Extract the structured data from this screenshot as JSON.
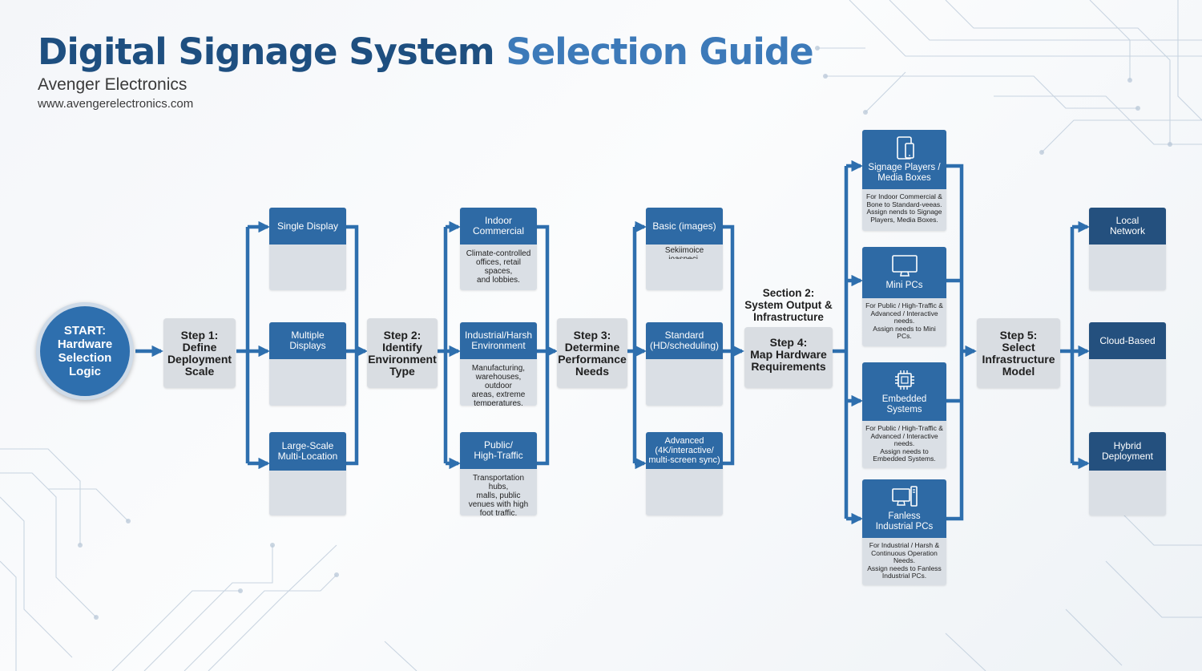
{
  "header": {
    "title_part1": "Digital Signage System",
    "title_part2": "Selection Guide",
    "company": "Avenger Electronics",
    "website": "www.avengerelectronics.com"
  },
  "start": {
    "label": "START:\nHardware\nSelection\nLogic"
  },
  "steps": [
    {
      "label": "Step 1:\nDefine\nDeployment\nScale"
    },
    {
      "label": "Step 2:\nIdentify\nEnvironment\nType"
    },
    {
      "label": "Step 3:\nDetermine\nPerformance\nNeeds"
    },
    {
      "label": "Step 4:\nMap Hardware\nRequirements"
    },
    {
      "label": "Step 5:\nSelect\nInfrastructure\nModel"
    }
  ],
  "section2": {
    "label": "Section 2:\nSystem Output &\nInfrastructure"
  },
  "scale_options": [
    {
      "title": "Single Display",
      "desc": ""
    },
    {
      "title": "Multiple\nDisplays",
      "desc": ""
    },
    {
      "title": "Large-Scale\nMulti-Location",
      "desc": ""
    }
  ],
  "environment_options": [
    {
      "title": "Indoor\nCommercial",
      "desc": "Climate-controlled\noffices, retail spaces,\nand lobbies."
    },
    {
      "title": "Industrial/Harsh\nEnvironment",
      "desc": "Manufacturing,\nwarehouses, outdoor\nareas, extreme\ntemperatures."
    },
    {
      "title": "Public/\nHigh-Traffic",
      "desc": "Transportation hubs,\nmalls, public\nvenues with high\nfoot traffic."
    }
  ],
  "performance_options": [
    {
      "title": "Basic (images)",
      "desc": "Sekiimoice ioaspeci,\nStandard (HD/schedu-"
    },
    {
      "title": "Standard\n(HD/scheduling)",
      "desc": ""
    },
    {
      "title": "Advanced\n(4K/interactive/\nmulti-screen sync)",
      "desc": ""
    }
  ],
  "hardware_options": [
    {
      "title": "Signage Players /\nMedia Boxes",
      "icon": "tablet-phone-icon",
      "desc": "For Indoor Commercial &\nBone to Standard-veeas.\nAssign nends to Signage\nPlayers, Media Boxes."
    },
    {
      "title": "Mini PCs",
      "icon": "monitor-icon",
      "desc": "For Public / High-Traffic &\nAdvanced / Interactive\nneeds.\nAssign needs to Mini\nPCs."
    },
    {
      "title": "Embedded\nSystems",
      "icon": "chip-icon",
      "desc": "For Public / High-Traffic &\nAdvanced / Interactive\nneeds.\nAssign needs to\nEmbedded Systems."
    },
    {
      "title": "Fanless\nIndustrial PCs",
      "icon": "desktop-tower-icon",
      "desc": "For Industrial / Harsh &\nContinuous Operation\nNeeds.\nAssign needs to Fanless\nIndustrial PCs."
    }
  ],
  "infrastructure_options": [
    {
      "title": "Local\nNetwork"
    },
    {
      "title": "Cloud-Based"
    },
    {
      "title": "Hybrid\nDeployment"
    }
  ],
  "colors": {
    "title_dark": "#1e4f80",
    "title_light": "#3d7ab9",
    "accent_blue": "#2e6aa5",
    "connector_blue": "#2e6fae",
    "step_gray": "#d9dde2",
    "card_gray": "#dadfe5",
    "infra_blue": "#24507e"
  }
}
